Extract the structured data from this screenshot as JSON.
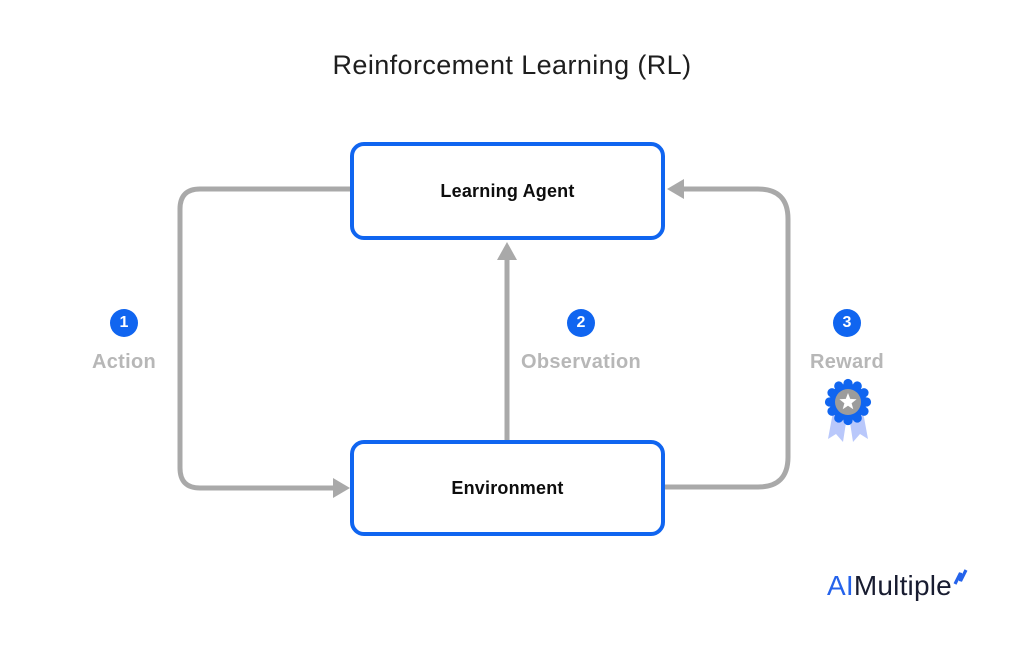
{
  "title": "Reinforcement Learning (RL)",
  "nodes": {
    "agent": "Learning Agent",
    "environment": "Environment"
  },
  "steps": [
    {
      "number": "1",
      "label": "Action"
    },
    {
      "number": "2",
      "label": "Observation"
    },
    {
      "number": "3",
      "label": "Reward"
    }
  ],
  "icons": {
    "reward": "medal-award-icon",
    "logo_accent": "lightning-accent-icon"
  },
  "logo": {
    "prefix": "AI",
    "suffix": "Multiple"
  },
  "colors": {
    "node_border_blue": "#1065f0",
    "step_circle_blue": "#1065f0",
    "arrow_gray": "#a9a9a9",
    "label_gray": "#b7b7b7",
    "medal_ribbon_blue": "#b9c8fb",
    "medal_center_gray": "#9c9c9c",
    "logo_blue": "#2563eb",
    "logo_dark": "#181c30",
    "title_dark": "#1e1e1e"
  }
}
